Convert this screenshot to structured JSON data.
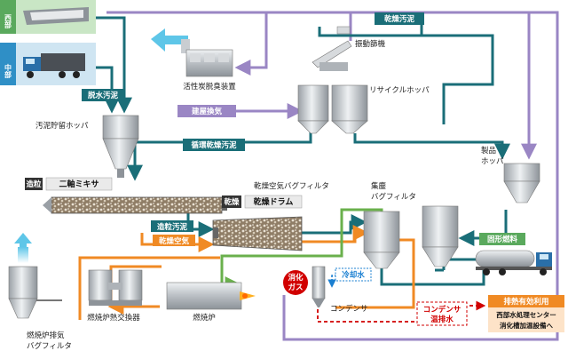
{
  "colors": {
    "teal": "#1a6e78",
    "purple": "#9a86c4",
    "orange": "#f08a24",
    "green": "#6ab04c",
    "red": "#d10000",
    "blue": "#1a7fd1",
    "arrow_up": "#5ec6e8"
  },
  "labels": {
    "west": "西部",
    "central": "中部",
    "dewatered_sludge": "脱水汚泥",
    "sludge_hopper": "汚泥貯留ホッパ",
    "dry_sludge_top": "乾燥汚泥",
    "deodorizer": "活性炭脱臭装置",
    "vibrating_screen": "振動篩機",
    "recycle_hopper": "リサイクルホッパ",
    "building_exhaust": "建屋換気",
    "circulating_dry_sludge": "循環乾燥汚泥",
    "product_hopper_line1": "製品",
    "product_hopper_line2": "ホッパ",
    "granulation_tag": "造粒",
    "twin_mixer": "二軸ミキサ",
    "dry_bag_filter": "乾燥空気バグフィルタ",
    "dust_bag_filter_line1": "集塵",
    "dust_bag_filter_line2": "バグフィルタ",
    "drying_tag": "乾燥",
    "drying_drum": "乾燥ドラム",
    "granulated_sludge": "造粒汚泥",
    "dry_air": "乾燥空気",
    "solid_fuel": "固形燃料",
    "cooling_water": "冷却水",
    "digestion_gas_line1": "消化",
    "digestion_gas_line2": "ガス",
    "condenser": "コンデンサ",
    "condensate_line1": "コンデンサ",
    "condensate_line2": "温排水",
    "waste_heat": "排熱有効利用",
    "waste_heat_dest1": "西部水処理センター",
    "waste_heat_dest2": "消化槽加温設備へ",
    "heat_exchanger": "燃焼炉熱交換器",
    "furnace": "燃焼炉",
    "exhaust_filter_line1": "燃焼炉排気",
    "exhaust_filter_line2": "バグフィルタ"
  }
}
